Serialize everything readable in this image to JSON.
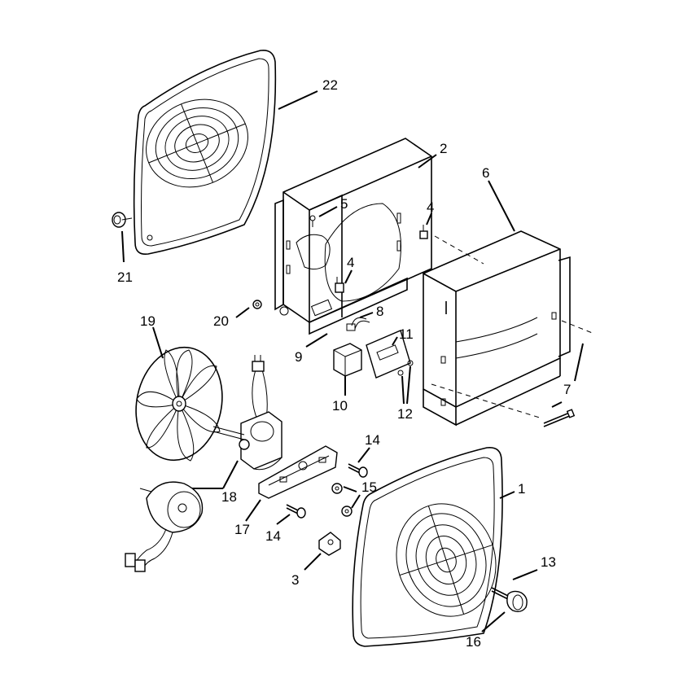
{
  "diagram": {
    "callouts": [
      "1",
      "2",
      "3",
      "4",
      "4",
      "5",
      "6",
      "7",
      "8",
      "9",
      "10",
      "11",
      "12",
      "13",
      "14",
      "14",
      "15",
      "16",
      "17",
      "18",
      "19",
      "20",
      "21",
      "22"
    ],
    "parts": {
      "grille_front": "1",
      "housing": "2",
      "clip": "3",
      "bracket_clip_upper": "4",
      "bracket_clip_lower": "4",
      "screw_housing": "5",
      "wall_sleeve": "6",
      "bolt_sleeve": "7",
      "wire_harness": "8",
      "strain_relief": "9",
      "receptacle": "10",
      "cover_plate": "11",
      "plate_screws": "12",
      "knob": "13",
      "screw_upper": "14",
      "screw_lower": "14",
      "nuts": "15",
      "knob_stem": "16",
      "motor_bracket": "17",
      "motor_assembly": "18",
      "fan_blade": "19",
      "nut_housing": "20",
      "grille_knob": "21",
      "grille_rear": "22"
    }
  }
}
